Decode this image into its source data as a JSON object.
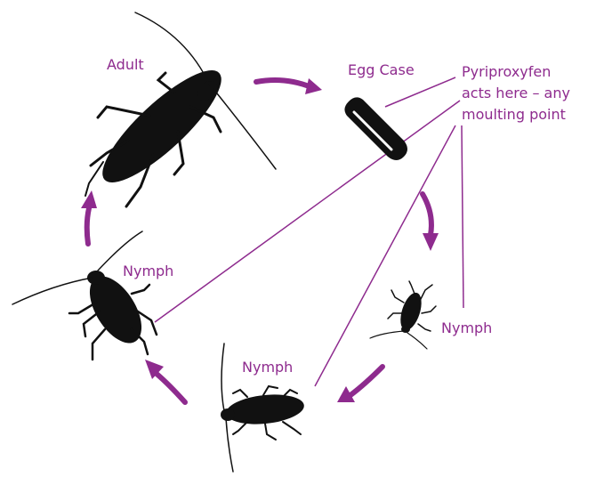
{
  "labels": {
    "adult": "Adult",
    "egg_case": "Egg Case",
    "nymph_left": "Nymph",
    "nymph_bottom": "Nymph",
    "nymph_right": "Nymph"
  },
  "note": {
    "line1": "Pyriproxyfen",
    "line2": "acts here – any",
    "line3": "moulting point"
  },
  "colors": {
    "accent": "#8e2b8e",
    "insect": "#111111"
  }
}
